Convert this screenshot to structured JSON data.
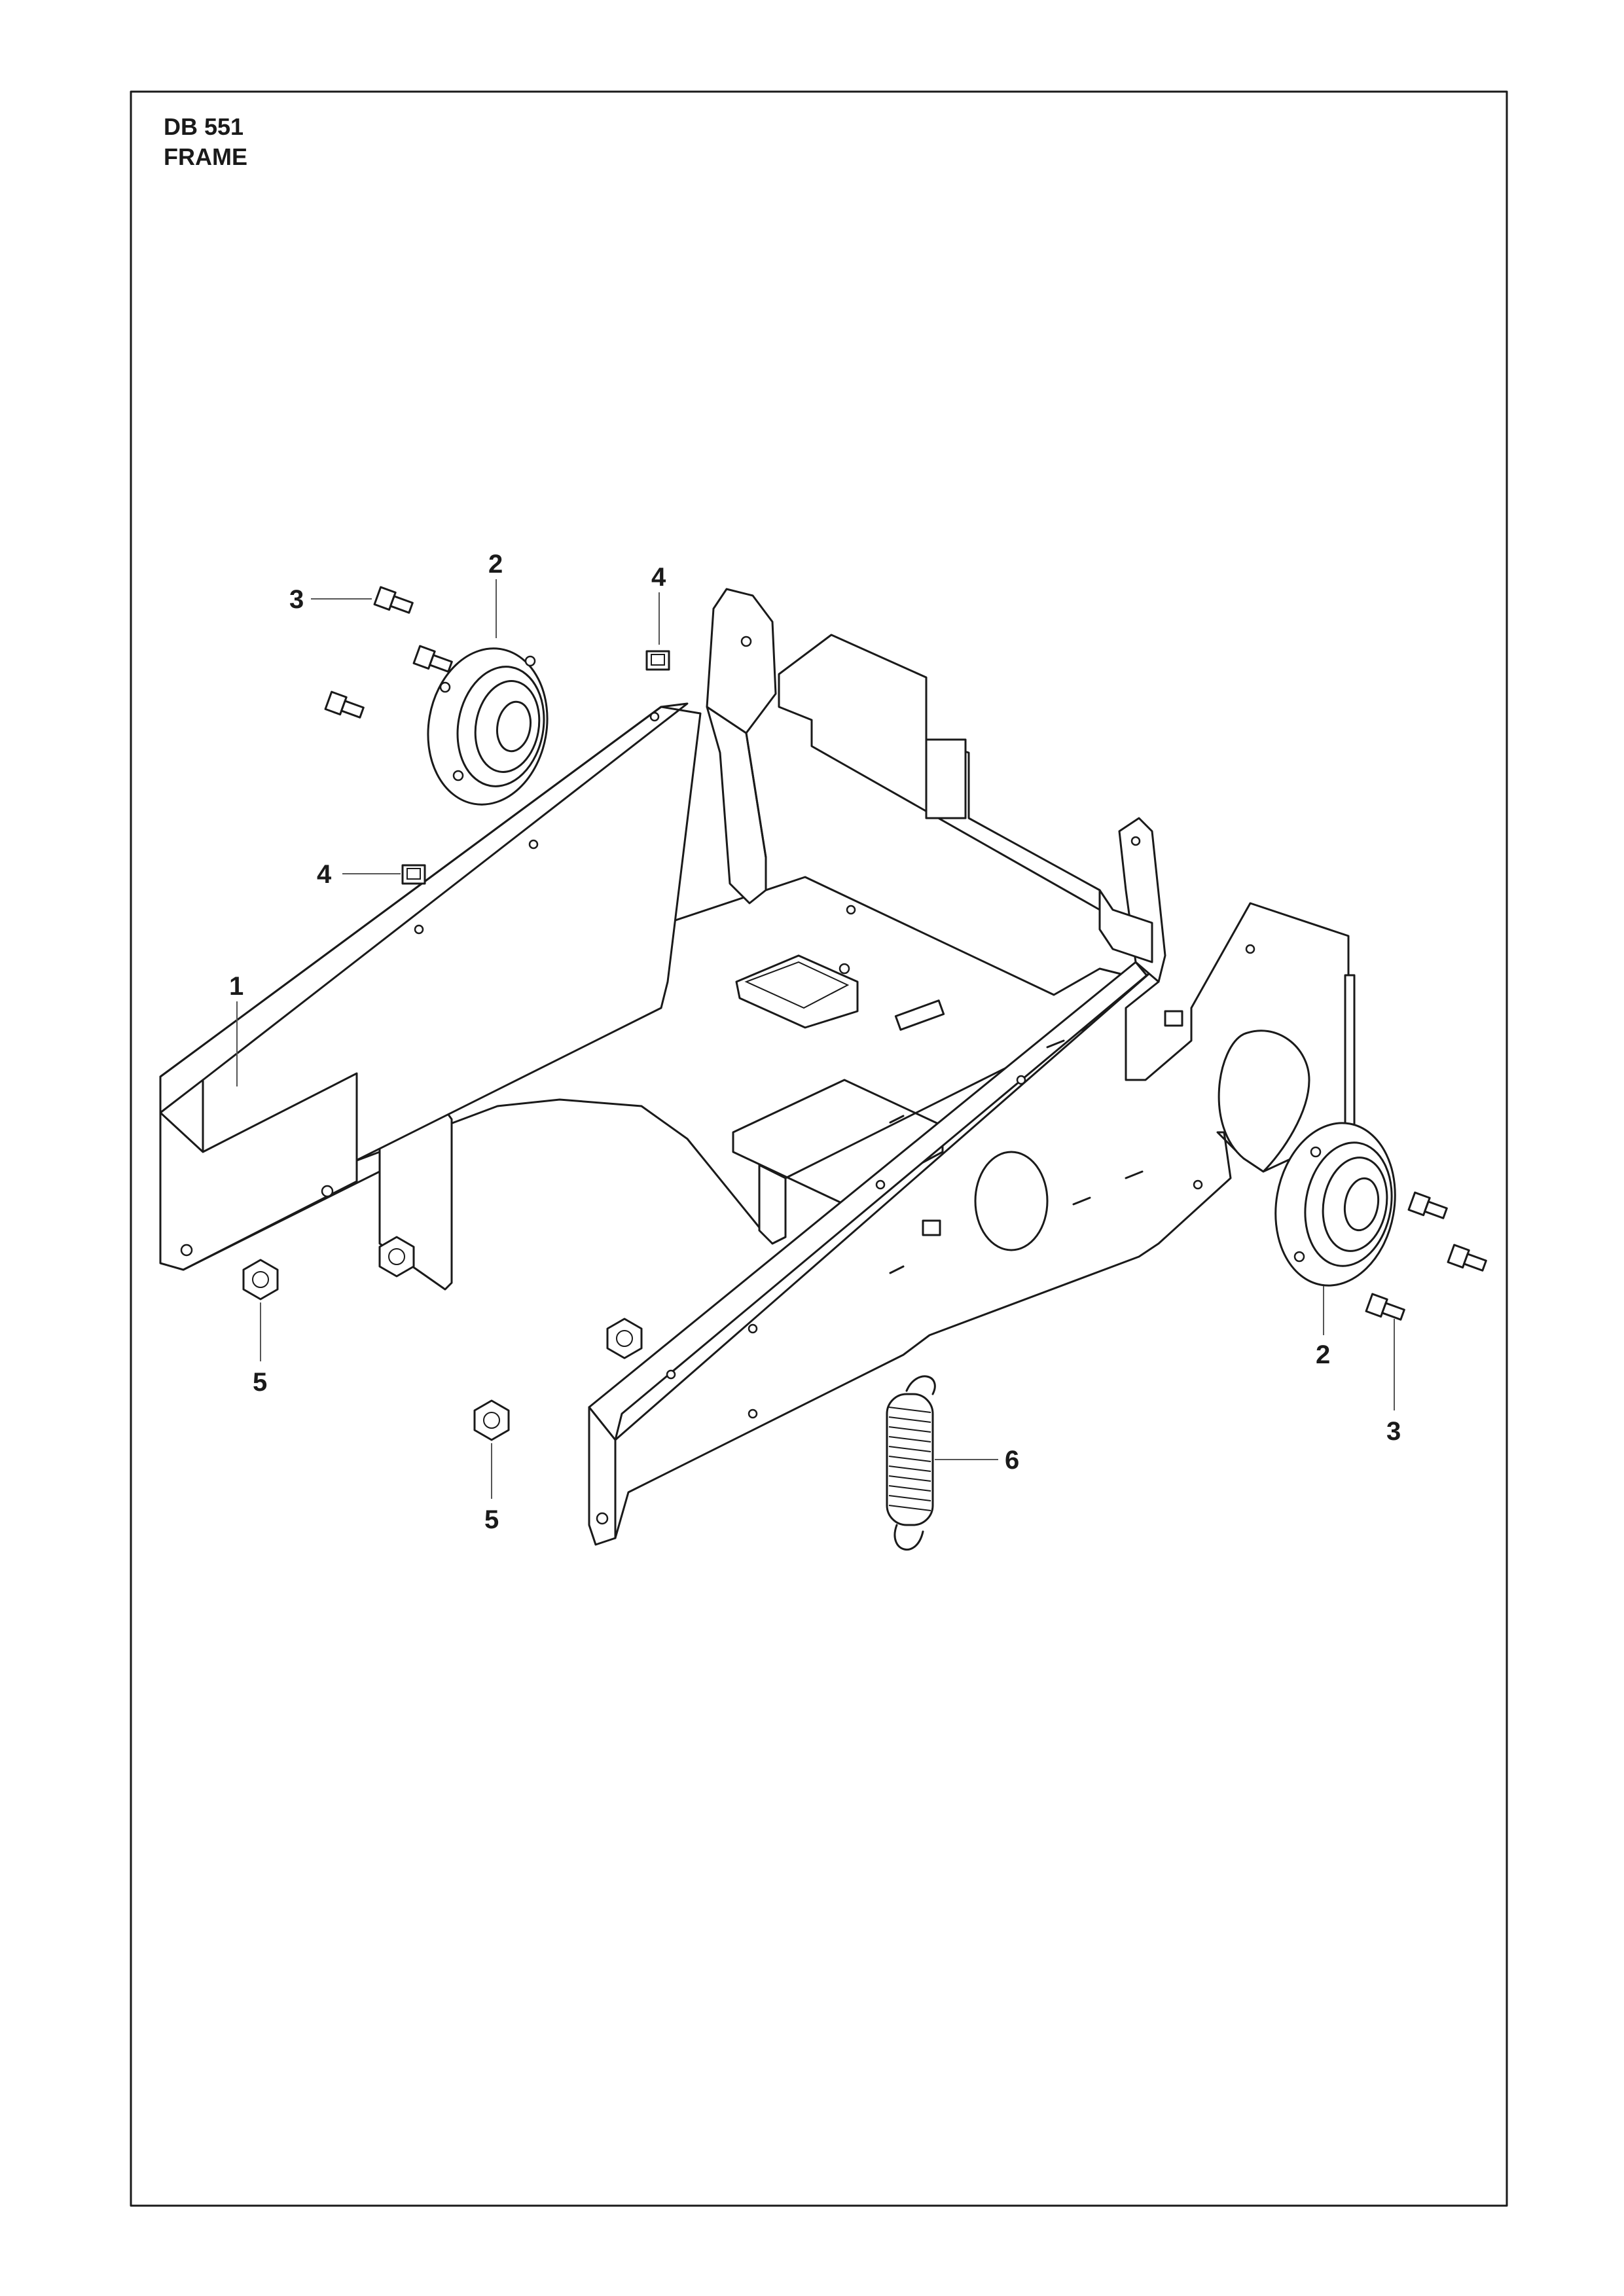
{
  "header": {
    "code": "DB 551",
    "name": "FRAME"
  },
  "callouts": [
    {
      "id": "callout-1",
      "label": "1"
    },
    {
      "id": "callout-2-left",
      "label": "2"
    },
    {
      "id": "callout-2-right",
      "label": "2"
    },
    {
      "id": "callout-3-left",
      "label": "3"
    },
    {
      "id": "callout-3-right",
      "label": "3"
    },
    {
      "id": "callout-4-top",
      "label": "4"
    },
    {
      "id": "callout-4-left",
      "label": "4"
    },
    {
      "id": "callout-5-left",
      "label": "5"
    },
    {
      "id": "callout-5-center",
      "label": "5"
    },
    {
      "id": "callout-6",
      "label": "6"
    }
  ],
  "colors": {
    "line": "#1a1a1a",
    "paper": "#ffffff"
  }
}
